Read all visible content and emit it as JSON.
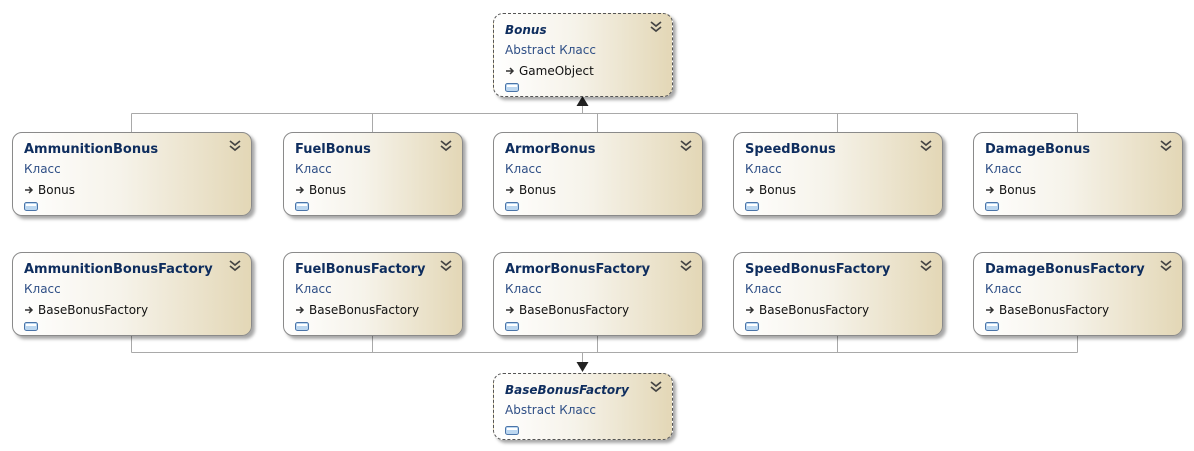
{
  "diagram": {
    "abstract_classes": [
      {
        "id": "bonus",
        "name": "Bonus",
        "kind": "Abstract Класс",
        "base": "GameObject"
      },
      {
        "id": "basebonusfactory",
        "name": "BaseBonusFactory",
        "kind": "Abstract Класс",
        "base": ""
      }
    ],
    "bonus_classes": [
      {
        "name": "AmmunitionBonus",
        "kind": "Класс",
        "base": "Bonus"
      },
      {
        "name": "FuelBonus",
        "kind": "Класс",
        "base": "Bonus"
      },
      {
        "name": "ArmorBonus",
        "kind": "Класс",
        "base": "Bonus"
      },
      {
        "name": "SpeedBonus",
        "kind": "Класс",
        "base": "Bonus"
      },
      {
        "name": "DamageBonus",
        "kind": "Класс",
        "base": "Bonus"
      }
    ],
    "factory_classes": [
      {
        "name": "AmmunitionBonusFactory",
        "kind": "Класс",
        "base": "BaseBonusFactory"
      },
      {
        "name": "FuelBonusFactory",
        "kind": "Класс",
        "base": "BaseBonusFactory"
      },
      {
        "name": "ArmorBonusFactory",
        "kind": "Класс",
        "base": "BaseBonusFactory"
      },
      {
        "name": "SpeedBonusFactory",
        "kind": "Класс",
        "base": "BaseBonusFactory"
      },
      {
        "name": "DamageBonusFactory",
        "kind": "Класс",
        "base": "BaseBonusFactory"
      }
    ],
    "colors": {
      "title": "#0e2d5e",
      "kind": "#2f4f86",
      "connector": "#a9a9a9",
      "arrowhead": "#222222",
      "shape_gradient_end": "#e3d7b6"
    },
    "icons": {
      "collapse_toggle": "double-chevron-down-icon",
      "inheritance": "inherits-arrow-icon",
      "shape": "class-shape-icon"
    }
  }
}
